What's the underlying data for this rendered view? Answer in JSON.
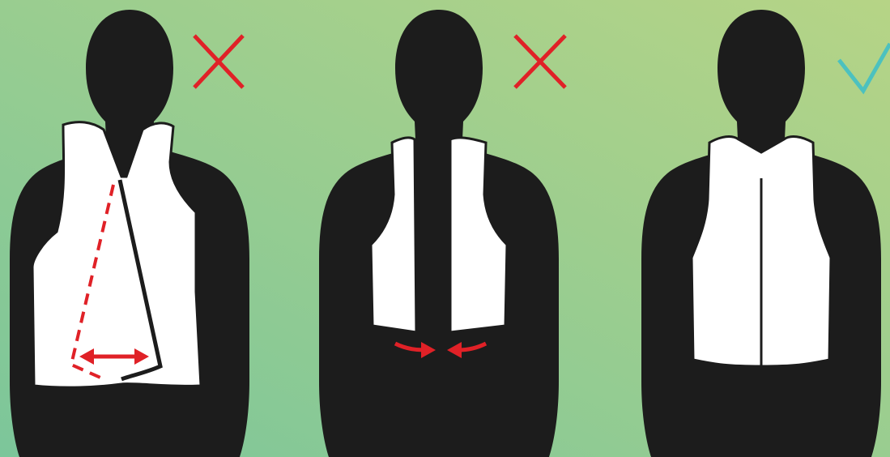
{
  "background": {
    "from": "#7cc69a",
    "to": "#b6d486"
  },
  "colors": {
    "silhouette": "#1c1c1c",
    "vest": "#ffffff",
    "wrong_mark": "#e02127",
    "right_mark": "#4cc1bf"
  },
  "figures": [
    {
      "id": "figure-vest-too-big",
      "verdict": "wrong",
      "mark_icon": "cross-icon",
      "indicator": "double-arrow-icon"
    },
    {
      "id": "figure-vest-too-small",
      "verdict": "wrong",
      "mark_icon": "cross-icon",
      "indicator": "inward-arrows-icon"
    },
    {
      "id": "figure-vest-correct-fit",
      "verdict": "correct",
      "mark_icon": "check-icon",
      "indicator": null
    }
  ]
}
